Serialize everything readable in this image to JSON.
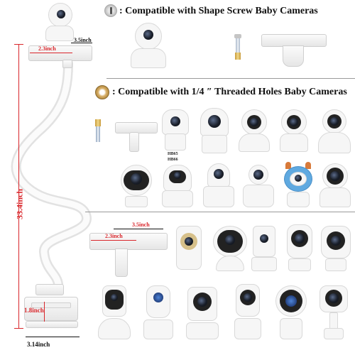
{
  "sections": {
    "shape_screw": {
      "title": ": Compatible with Shape Screw Baby Cameras"
    },
    "threaded": {
      "title": ": Compatible with 1/4 ″ Threaded Holes  Baby Cameras"
    }
  },
  "dimensions": {
    "height": "33.4inch",
    "top_width_outer": "3.5inch",
    "top_width_inner": "2.3inch",
    "mid_width_outer": "3.5inch",
    "mid_width_inner": "2.3inch",
    "clamp_height": "1.8inch",
    "clamp_width": "3.14inch"
  },
  "model_labels": {
    "line1": "HB65",
    "line2": "HB66"
  },
  "colors": {
    "dimension_red": "#d9262b",
    "divider_gray": "#9a9a9a",
    "mount_white": "#f3f3f3"
  }
}
